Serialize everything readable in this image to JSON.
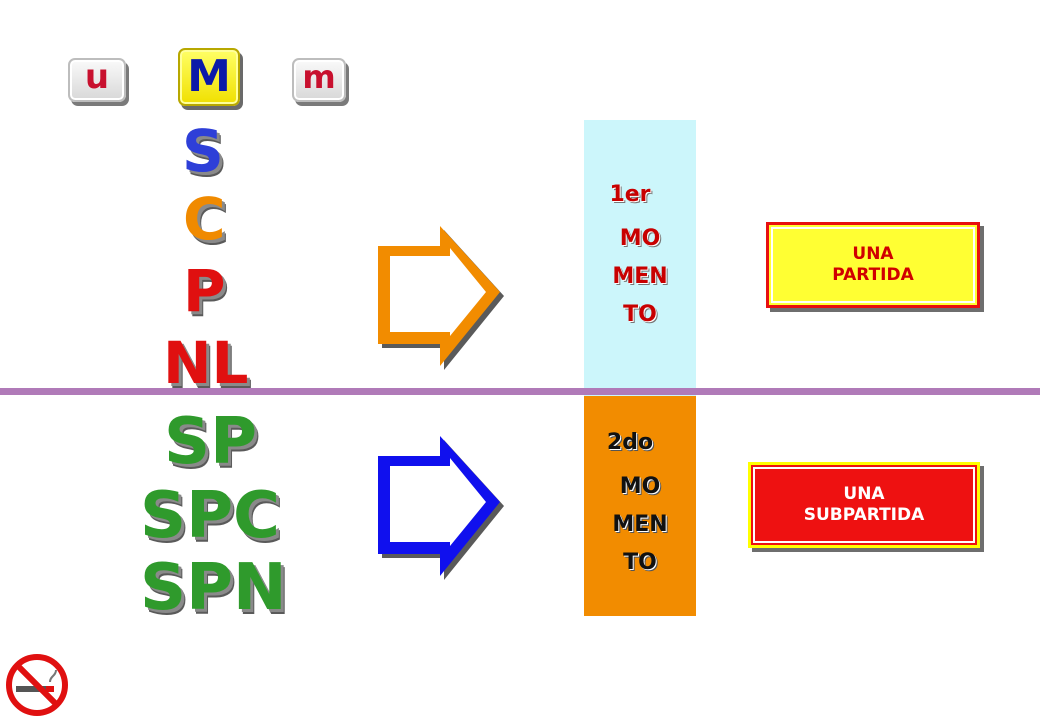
{
  "keys": {
    "u": "u",
    "M": "M",
    "m": "m"
  },
  "letters": {
    "s": "S",
    "c": "C",
    "p": "P",
    "nl": "NL",
    "sp": "SP",
    "spc": "SPC",
    "spn": "SPN"
  },
  "moment1": {
    "line1": "1er",
    "line2": "MO",
    "line3": "MEN",
    "line4": "TO"
  },
  "moment2": {
    "line1": "2do",
    "line2": "MO",
    "line3": "MEN",
    "line4": "TO"
  },
  "label1": {
    "line1": "UNA",
    "line2": "PARTIDA"
  },
  "label2": {
    "line1": "UNA",
    "line2": "SUBPARTIDA"
  },
  "colors": {
    "divider": "#b07ab8",
    "column_top": "#ccf6fb",
    "column_bottom": "#f28c00",
    "arrow_top": "#f28c00",
    "arrow_bottom": "#1010ee"
  },
  "icons": {
    "no_smoking": "no-smoking-icon",
    "arrow_top": "arrow-right-icon",
    "arrow_bottom": "arrow-right-icon"
  }
}
